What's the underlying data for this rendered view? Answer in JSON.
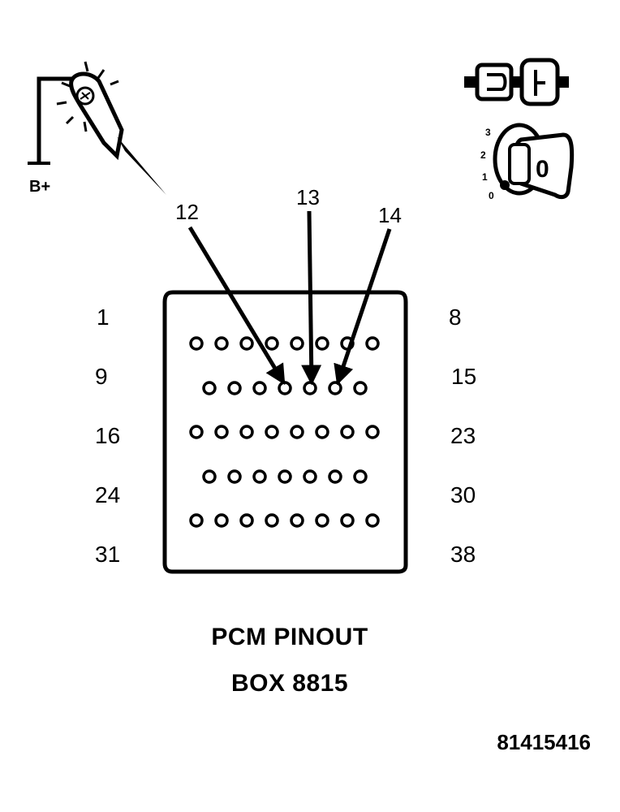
{
  "colors": {
    "ink": "#000000",
    "paper": "#ffffff"
  },
  "test_light": {
    "supply_label": "B+",
    "icon": "test-light-probe-icon"
  },
  "ignition": {
    "connector_icon": "connector-disconnected-icon",
    "key_icon": "ignition-key-icon",
    "positions": [
      "3",
      "2",
      "1",
      "0"
    ],
    "key_face": "0"
  },
  "callouts": [
    "12",
    "13",
    "14"
  ],
  "row_labels": {
    "left": [
      "1",
      "9",
      "16",
      "24",
      "31"
    ],
    "right": [
      "8",
      "15",
      "23",
      "30",
      "38"
    ]
  },
  "connector": {
    "rows": [
      {
        "first": 1,
        "last": 8,
        "count": 8
      },
      {
        "first": 9,
        "last": 15,
        "count": 7
      },
      {
        "first": 16,
        "last": 23,
        "count": 8
      },
      {
        "first": 24,
        "last": 30,
        "count": 7
      },
      {
        "first": 31,
        "last": 38,
        "count": 8
      }
    ],
    "probed_pins": [
      12,
      13,
      14
    ]
  },
  "caption": {
    "line1": "PCM PINOUT",
    "line2": "BOX 8815"
  },
  "figure_number": "81415416"
}
